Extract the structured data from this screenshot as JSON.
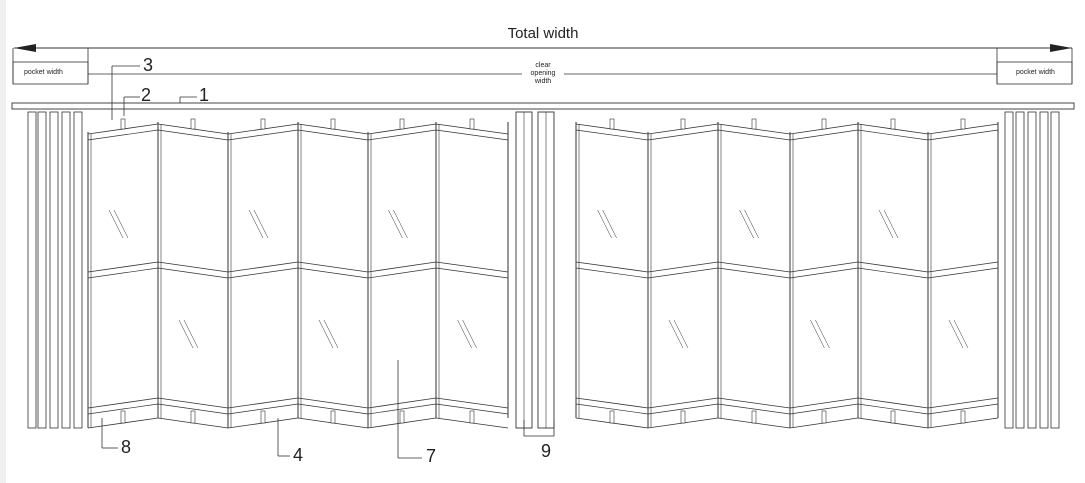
{
  "dimensions": {
    "total_width": "Total width",
    "pocket_width_left": "pocket width",
    "pocket_width_right": "pocket width",
    "clear_opening": [
      "clear",
      "opening",
      "width"
    ]
  },
  "callouts": [
    {
      "id": "c1",
      "label": "1"
    },
    {
      "id": "c2",
      "label": "2"
    },
    {
      "id": "c3",
      "label": "3"
    },
    {
      "id": "c4",
      "label": "4"
    },
    {
      "id": "c7",
      "label": "7"
    },
    {
      "id": "c8",
      "label": "8"
    },
    {
      "id": "c9",
      "label": "9"
    }
  ]
}
